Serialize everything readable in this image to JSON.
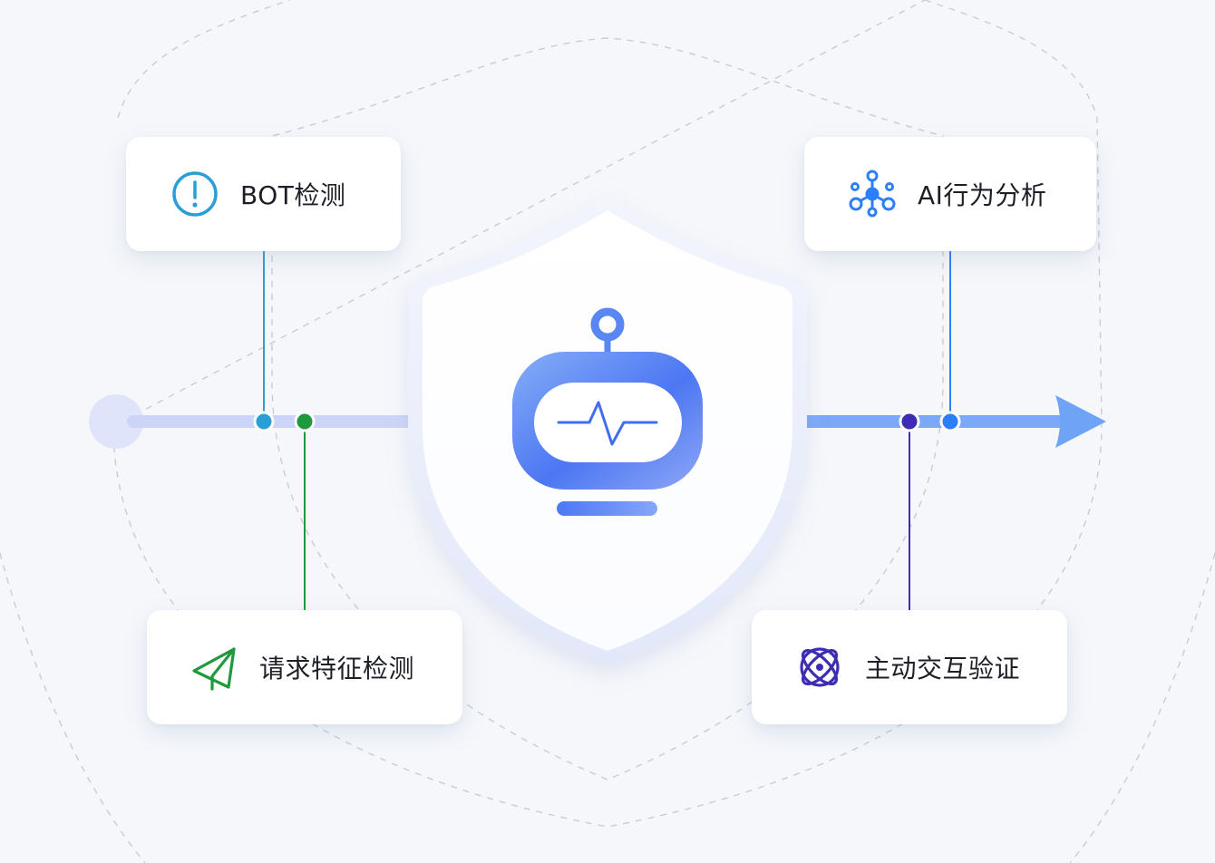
{
  "cards": {
    "bot_detection": {
      "label": "BOT检测",
      "icon": "exclamation-circle-icon",
      "color": "#2a9fd6"
    },
    "ai_behavior": {
      "label": "AI行为分析",
      "icon": "network-nodes-icon",
      "color": "#2d7ff9"
    },
    "request_feature": {
      "label": "请求特征检测",
      "icon": "paper-plane-icon",
      "color": "#1e9a3c"
    },
    "active_verification": {
      "label": "主动交互验证",
      "icon": "atom-icon",
      "color": "#3d2db3"
    }
  },
  "center": {
    "icon": "robot-monitor-icon",
    "shield": "shield-icon"
  },
  "colors": {
    "background": "#f5f7fb",
    "track_left": "#cdd6f7",
    "track_right": "#79a8f5",
    "robot_gradient_start": "#7aa6f6",
    "robot_gradient_end": "#4d75f2"
  }
}
